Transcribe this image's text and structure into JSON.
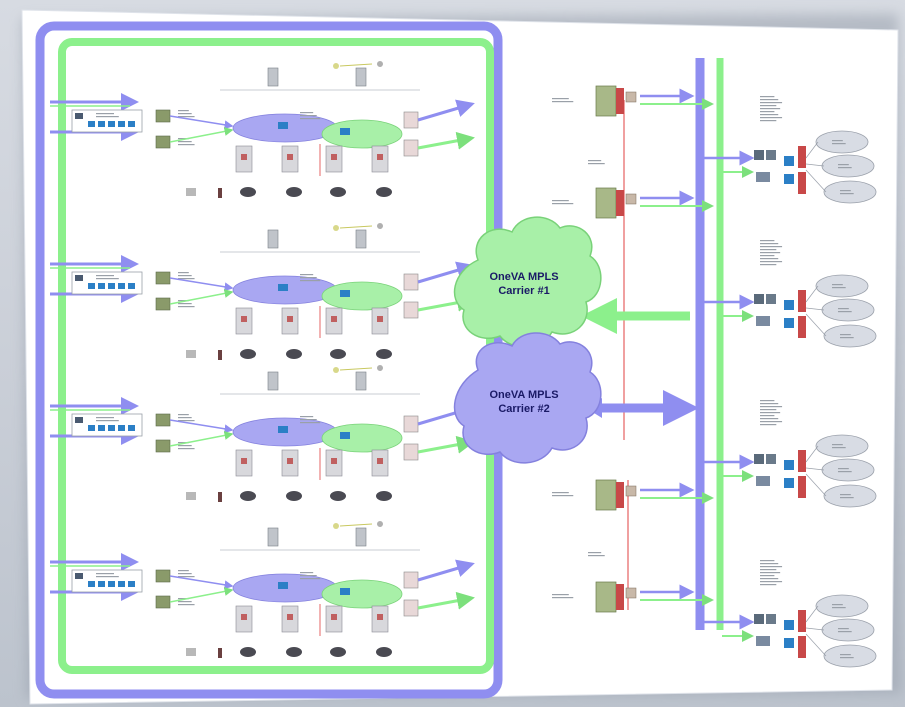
{
  "colors": {
    "purple": "#8f8ef0",
    "green": "#8cf08c",
    "cloud_green": "#a8f0a8",
    "cloud_purple": "#a9a7f2",
    "red_line": "#e04040",
    "paper": "#ffffff"
  },
  "clouds": {
    "carrier1": {
      "line1": "OneVA MPLS",
      "line2": "Carrier #1"
    },
    "carrier2": {
      "line1": "OneVA MPLS",
      "line2": "Carrier #2"
    }
  },
  "sites": [
    {
      "id": "site-1"
    },
    {
      "id": "site-2"
    },
    {
      "id": "site-3"
    },
    {
      "id": "site-4"
    }
  ],
  "gateways": [
    {
      "id": "gateway-1"
    },
    {
      "id": "gateway-2"
    },
    {
      "id": "gateway-3"
    },
    {
      "id": "gateway-4"
    }
  ],
  "data_centers": [
    {
      "id": "dc-1"
    },
    {
      "id": "dc-2"
    },
    {
      "id": "dc-3"
    },
    {
      "id": "dc-4"
    }
  ]
}
